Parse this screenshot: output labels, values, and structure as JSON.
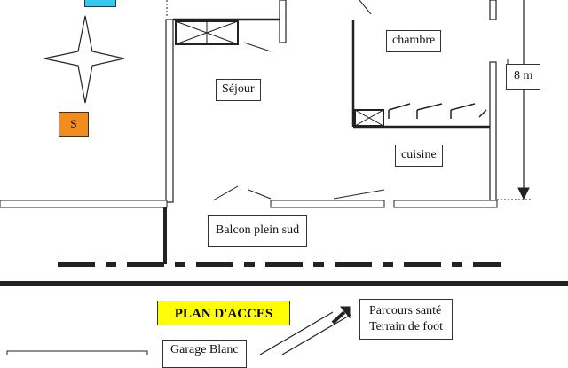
{
  "rooms": {
    "chambre": "chambre",
    "sejour": "Séjour",
    "cuisine": "cuisine",
    "balcon": "Balcon plein sud"
  },
  "dimension": {
    "label": "8 m"
  },
  "compass": {
    "south_label": "S",
    "north_color": "#33ccee",
    "south_color": "#f28c1c"
  },
  "access": {
    "title": "PLAN D'ACCES",
    "title_bg": "#ffff00",
    "parcours_line1": "Parcours santé",
    "parcours_line2": "Terrain de foot",
    "garage": "Garage Blanc"
  }
}
